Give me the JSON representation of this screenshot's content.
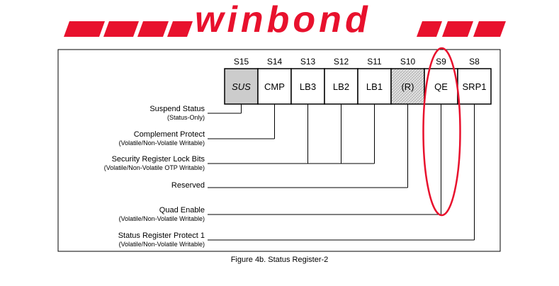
{
  "logo": {
    "text": "winbond",
    "color": "#e8112d"
  },
  "register": {
    "bits": [
      {
        "label": "S15",
        "name": "SUS",
        "fill": "#cccccc",
        "italic": true
      },
      {
        "label": "S14",
        "name": "CMP",
        "fill": "#ffffff"
      },
      {
        "label": "S13",
        "name": "LB3",
        "fill": "#ffffff"
      },
      {
        "label": "S12",
        "name": "LB2",
        "fill": "#ffffff"
      },
      {
        "label": "S11",
        "name": "LB1",
        "fill": "#ffffff"
      },
      {
        "label": "S10",
        "name": "(R)",
        "fill": "#e4e4e4",
        "hatched": true
      },
      {
        "label": "S9",
        "name": "QE",
        "fill": "#ffffff"
      },
      {
        "label": "S8",
        "name": "SRP1",
        "fill": "#ffffff"
      }
    ]
  },
  "fields": [
    {
      "title": "Suspend Status",
      "subtitle": "(Status-Only)",
      "bits": [
        0
      ]
    },
    {
      "title": "Complement Protect",
      "subtitle": "(Volatile/Non-Volatile Writable)",
      "bits": [
        1
      ]
    },
    {
      "title": "Security Register Lock Bits",
      "subtitle": "(Volatile/Non-Volatile OTP Writable)",
      "bits": [
        2,
        3,
        4
      ]
    },
    {
      "title": "Reserved",
      "subtitle": "",
      "bits": [
        5
      ]
    },
    {
      "title": "Quad Enable",
      "subtitle": "(Volatile/Non-Volatile Writable)",
      "bits": [
        6
      ]
    },
    {
      "title": "Status Register Protect 1",
      "subtitle": "(Volatile/Non-Volatile Writable)",
      "bits": [
        7
      ]
    }
  ],
  "highlight": {
    "bit": 6,
    "color": "#e8112d"
  },
  "caption": "Figure 4b. Status Register-2"
}
